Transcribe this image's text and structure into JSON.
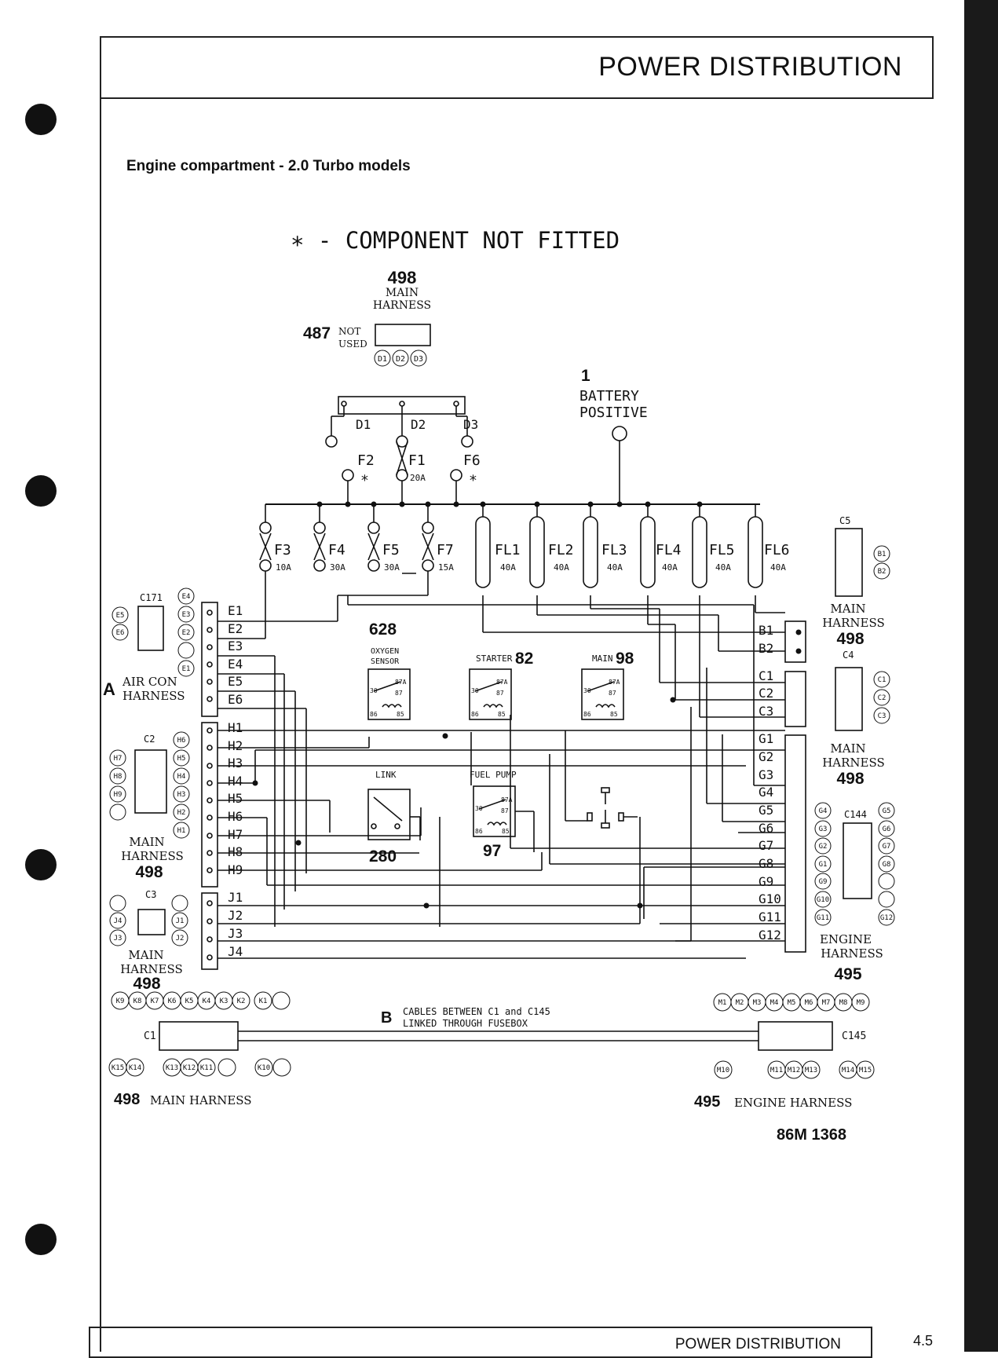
{
  "header": {
    "title": "POWER DISTRIBUTION"
  },
  "subtitle": "Engine compartment - 2.0 Turbo models",
  "note": "∗ - COMPONENT NOT FITTED",
  "footer": {
    "title": "POWER DISTRIBUTION",
    "page": "4.5"
  },
  "drawing_number": "86M 1368",
  "top_connector": {
    "number": "498",
    "line1": "MAIN",
    "line2": "HARNESS",
    "part": "487",
    "part_l1": "NOT",
    "part_l2": "USED",
    "pins": [
      "D1",
      "D2",
      "D3"
    ]
  },
  "battery": {
    "number": "1",
    "line1": "BATTERY",
    "line2": "POSITIVE"
  },
  "fuse_links_top": {
    "pins": [
      "D1",
      "D2",
      "D3"
    ],
    "fuses": [
      "F2",
      "F1",
      "F6"
    ],
    "f1_rating": "20A",
    "asterisk": "∗"
  },
  "fuses": [
    {
      "id": "F3",
      "rating": "10A"
    },
    {
      "id": "F4",
      "rating": "30A"
    },
    {
      "id": "F5",
      "rating": "30A"
    },
    {
      "id": "F7",
      "rating": "15A"
    }
  ],
  "fusible_links": [
    {
      "id": "FL1",
      "rating": "40A"
    },
    {
      "id": "FL2",
      "rating": "40A"
    },
    {
      "id": "FL3",
      "rating": "40A"
    },
    {
      "id": "FL4",
      "rating": "40A"
    },
    {
      "id": "FL5",
      "rating": "40A"
    },
    {
      "id": "FL6",
      "rating": "40A"
    }
  ],
  "relays": {
    "oxygen": {
      "number": "628",
      "l1": "OXYGEN",
      "l2": "SENSOR"
    },
    "starter": {
      "label": "STARTER",
      "number": "82"
    },
    "main": {
      "label": "MAIN",
      "number": "98"
    },
    "link": {
      "label": "LINK",
      "number": "280"
    },
    "fuel": {
      "label": "FUEL PUMP",
      "number": "97"
    },
    "pins": [
      "30",
      "87A",
      "87",
      "86",
      "85"
    ]
  },
  "left_terminals": {
    "e": [
      "E1",
      "E2",
      "E3",
      "E4",
      "E5",
      "E6"
    ],
    "h": [
      "H1",
      "H2",
      "H3",
      "H4",
      "H5",
      "H6",
      "H7",
      "H8",
      "H9"
    ],
    "j": [
      "J1",
      "J2",
      "J3",
      "J4"
    ]
  },
  "right_terminals": {
    "b": [
      "B1",
      "B2"
    ],
    "c": [
      "C1",
      "C2",
      "C3"
    ],
    "g": [
      "G1",
      "G2",
      "G3",
      "G4",
      "G5",
      "G6",
      "G7",
      "G8",
      "G9",
      "G10",
      "G11",
      "G12"
    ]
  },
  "c171": {
    "name": "C171",
    "left_pins": [
      "E5",
      "E6"
    ],
    "right_pins": [
      "E4",
      "E3",
      "E2",
      "",
      "E1"
    ],
    "harness_letter": "A",
    "harness_l1": "AIR CON",
    "harness_l2": "HARNESS"
  },
  "c2": {
    "name": "C2",
    "left_pins": [
      "H7",
      "H8",
      "H9",
      ""
    ],
    "right_pins": [
      "H6",
      "H5",
      "H4",
      "H3",
      "H2",
      "H1"
    ],
    "harness_l1": "MAIN",
    "harness_l2": "HARNESS",
    "harness_num": "498"
  },
  "c3": {
    "name": "C3",
    "left_pins": [
      "",
      "J4",
      "J3"
    ],
    "right_pins": [
      "",
      "J1",
      "J2"
    ],
    "harness_l1": "MAIN",
    "harness_l2": "HARNESS",
    "harness_num": "498"
  },
  "c5": {
    "name": "C5",
    "pins": [
      "B1",
      "B2"
    ],
    "harness_l1": "MAIN",
    "harness_l2": "HARNESS",
    "harness_num": "498"
  },
  "c4": {
    "name": "C4",
    "pins": [
      "C1",
      "C2",
      "C3"
    ],
    "harness_l1": "MAIN",
    "harness_l2": "HARNESS",
    "harness_num": "498"
  },
  "c144": {
    "name": "C144",
    "left_pins": [
      "G4",
      "G3",
      "G2",
      "G1",
      "G9",
      "G10",
      "G11"
    ],
    "right_pins": [
      "G5",
      "G6",
      "G7",
      "G8",
      "",
      "",
      "G12"
    ],
    "harness_l1": "ENGINE",
    "harness_l2": "HARNESS",
    "harness_num": "495"
  },
  "c1": {
    "name": "C1",
    "top_pins": [
      "K9",
      "K8",
      "K7",
      "K6",
      "K5",
      "K4",
      "K3",
      "K2",
      "K1",
      ""
    ],
    "bottom_pins_a": [
      "K15",
      "K14"
    ],
    "bottom_pins_b": [
      "K13",
      "K12",
      "K11",
      ""
    ],
    "bottom_pins_c": [
      "K10",
      ""
    ],
    "harness_num": "498",
    "harness_label": "MAIN HARNESS"
  },
  "c145": {
    "name": "C145",
    "top_pins": [
      "M1",
      "M2",
      "M3",
      "M4",
      "M5",
      "M6",
      "M7",
      "M8",
      "M9"
    ],
    "bottom_pins_a": [
      "M10"
    ],
    "bottom_pins_b": [
      "M11",
      "M12",
      "M13"
    ],
    "bottom_pins_c": [
      "M14",
      "M15"
    ],
    "harness_num": "495",
    "harness_label": "ENGINE HARNESS"
  },
  "cables": {
    "letter": "B",
    "line1": "CABLES BETWEEN C1 and C145",
    "line2": "LINKED THROUGH FUSEBOX"
  }
}
